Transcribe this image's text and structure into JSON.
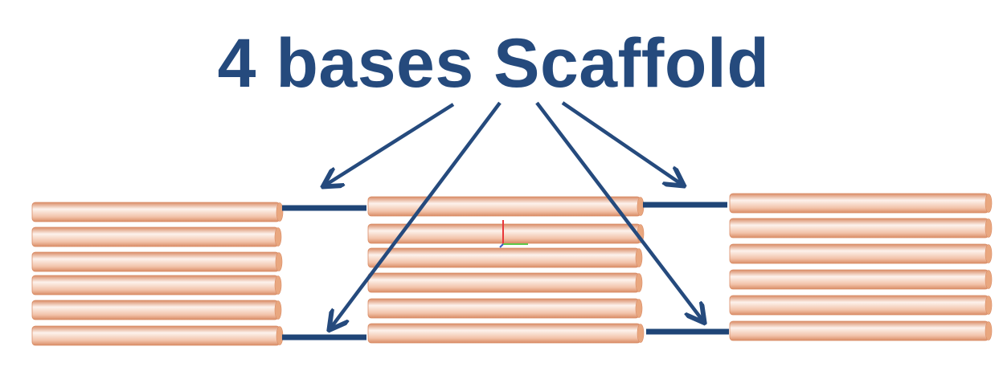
{
  "title": "4 bases Scaffold",
  "colors": {
    "title": "#254a7d",
    "arrow": "#254a7d",
    "scaffold_line": "#1f4577",
    "helix_light": "#fdf2ec",
    "helix_mid": "#f2c3a9",
    "helix_dark": "#d98c66",
    "helix_cap": "#e9a77f",
    "axis_red": "#e8383a",
    "axis_green": "#5ec94a",
    "axis_blue": "#3b5ec8"
  },
  "helix_blocks": [
    {
      "name": "left-helix-bundle",
      "helix_count": 6
    },
    {
      "name": "center-helix-bundle",
      "helix_count": 6
    },
    {
      "name": "right-helix-bundle",
      "helix_count": 6
    }
  ],
  "scaffold_gaps": {
    "count": 4,
    "bases": 4
  },
  "arrows": {
    "count": 4
  }
}
